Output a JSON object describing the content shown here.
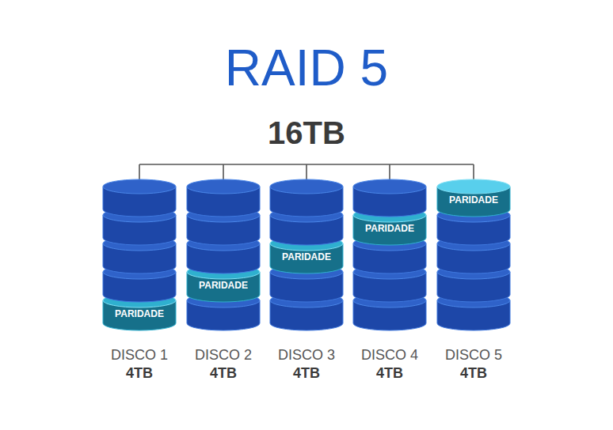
{
  "diagram": {
    "title": "RAID 5",
    "nodes": [
      {
        "text": [
          "DISCO 1",
          "4TB"
        ]
      },
      {
        "text": [
          "PARIDADE"
        ],
        "in": 0
      },
      {
        "text": [
          "DISCO 2",
          "4TB"
        ]
      },
      {
        "text": [
          "PARIDADE"
        ],
        "in": 2
      },
      {
        "text": [
          "DISCO 3",
          "4TB"
        ]
      },
      {
        "text": [
          "PARIDADE"
        ],
        "in": 4
      },
      {
        "text": [
          "DISCO 4",
          "4TB"
        ]
      },
      {
        "text": [
          "PARIDADE"
        ],
        "in": 6
      },
      {
        "text": [
          "DISCO 5",
          "4TB"
        ]
      },
      {
        "text": [
          "PARIDADE"
        ],
        "in": 8
      }
    ],
    "labels": [
      "16TB"
    ]
  }
}
